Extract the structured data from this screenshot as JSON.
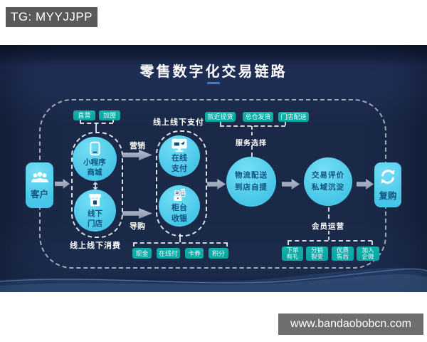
{
  "badge": "TG: MYYJJPP",
  "watermark": "www.bandaobobcn.com",
  "title": "零售数字化交易链路",
  "customer": {
    "label": "客户"
  },
  "repurchase": {
    "label": "复购"
  },
  "channel_tags": {
    "t1": "直营",
    "t2": "加盟"
  },
  "consume": {
    "circle1_l1": "小程序",
    "circle1_l2": "商城",
    "circle2_l1": "线下",
    "circle2_l2": "门店",
    "caption": "线上线下消费"
  },
  "flow": {
    "marketing": "营销",
    "guide": "导购"
  },
  "pay": {
    "label": "线上线下支付",
    "circle1_l1": "在线",
    "circle1_l2": "支付",
    "circle2_l1": "柜台",
    "circle2_l2": "收银",
    "tags": [
      "现金",
      "在线付",
      "卡券",
      "积分"
    ]
  },
  "service": {
    "label": "服务选择",
    "tags": [
      "就近提货",
      "总仓发货",
      "门店配送"
    ]
  },
  "logistics": {
    "l1": "物流配送",
    "l2": "到店自提"
  },
  "review": {
    "l1": "交易评价",
    "l2": "私域沉淀"
  },
  "member": {
    "label": "会员运营",
    "tags": [
      {
        "l1": "下单",
        "l2": "有礼"
      },
      {
        "l1": "分销",
        "l2": "裂变"
      },
      {
        "l1": "优质",
        "l2": "售后"
      },
      {
        "l1": "加入",
        "l2": "企微"
      }
    ]
  },
  "colors": {
    "bg": "#1a2947",
    "circle": "#47c5e8",
    "tag": "#0ba39f",
    "arrow": "#9aa6bb",
    "underline": "#3f7fd0",
    "node_text": "#10507e",
    "badge_bg": "#595959",
    "watermark_bg": "#6e6e6e"
  }
}
